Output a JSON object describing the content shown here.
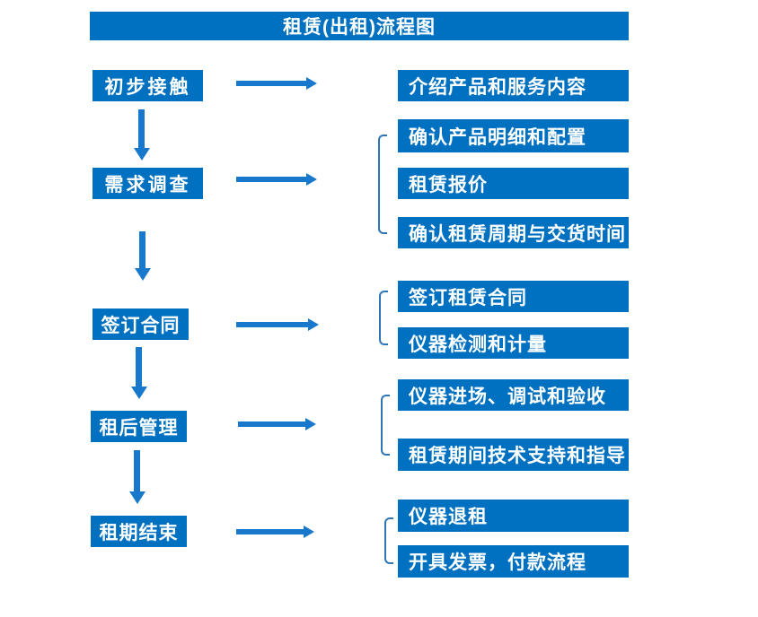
{
  "title": "租赁(出租)流程图",
  "palette": {
    "box_fill": "#0070C0",
    "arrow_fill": "#1778CC",
    "bracket_stroke": "#2E75B6",
    "text_color": "#FFFFFF",
    "background": "#FFFFFF"
  },
  "steps": [
    {
      "label": "初步接触",
      "details": [
        "介绍产品和服务内容"
      ]
    },
    {
      "label": "需求调查",
      "details": [
        "确认产品明细和配置",
        "租赁报价",
        "确认租赁周期与交货时间"
      ]
    },
    {
      "label": "签订合同",
      "details": [
        "签订租赁合同",
        "仪器检测和计量"
      ]
    },
    {
      "label": "租后管理",
      "details": [
        "仪器进场、调试和验收",
        "租赁期间技术支持和指导"
      ]
    },
    {
      "label": "租期结束",
      "details": [
        "仪器退租",
        "开具发票，付款流程"
      ]
    }
  ]
}
